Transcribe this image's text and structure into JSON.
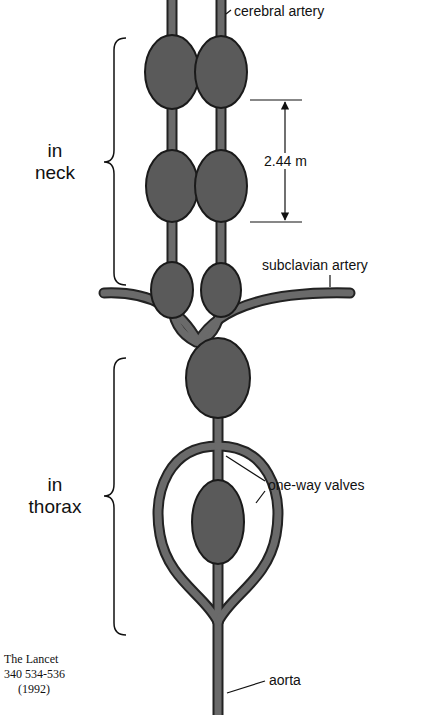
{
  "diagram": {
    "labels": [
      "cerebral artery",
      "in neck",
      "2.44 m",
      "subclavian artery",
      "in thorax",
      "one-way valves",
      "aorta",
      "The Lancet",
      "340 534-536",
      "(1992)"
    ]
  }
}
